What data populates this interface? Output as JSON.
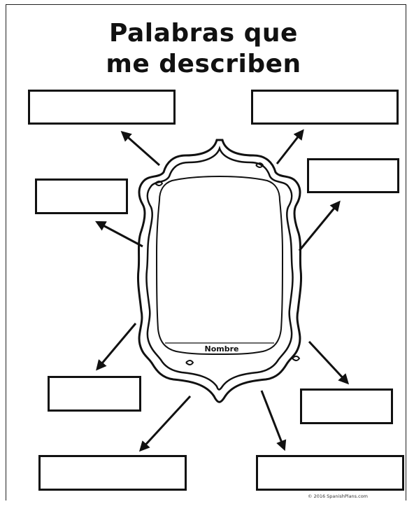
{
  "worksheet": {
    "title_line1": "Palabras que",
    "title_line2": "me describen",
    "name_label": "Nombre",
    "copyright": "© 2016 SpanishPlans.com"
  },
  "answer_boxes": [
    {
      "id": "top-left",
      "value": ""
    },
    {
      "id": "top-right",
      "value": ""
    },
    {
      "id": "upper-right",
      "value": ""
    },
    {
      "id": "middle-left",
      "value": ""
    },
    {
      "id": "lower-left",
      "value": ""
    },
    {
      "id": "lower-right",
      "value": ""
    },
    {
      "id": "bottom-left",
      "value": ""
    },
    {
      "id": "bottom-right",
      "value": ""
    }
  ],
  "colors": {
    "ink": "#111111",
    "paper": "#ffffff"
  }
}
